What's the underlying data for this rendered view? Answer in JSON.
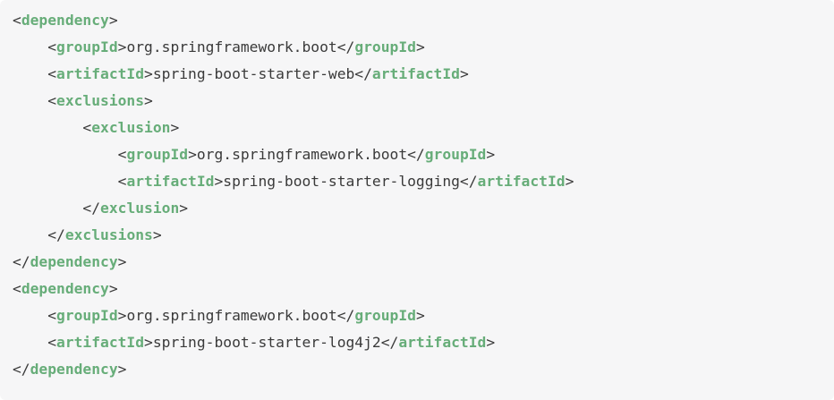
{
  "code_block": {
    "language": "xml",
    "description": "Maven pom.xml dependency snippet excluding spring-boot-starter-logging and adding spring-boot-starter-log4j2",
    "colors": {
      "background": "#f6f6f7",
      "tag": "#67ad79",
      "plain": "#3a3a3a"
    },
    "lines": [
      {
        "tokens": [
          {
            "type": "plain",
            "text": "<"
          },
          {
            "type": "tag",
            "text": "dependency"
          },
          {
            "type": "plain",
            "text": ">"
          }
        ]
      },
      {
        "tokens": [
          {
            "type": "plain",
            "text": "    <"
          },
          {
            "type": "tag",
            "text": "groupId"
          },
          {
            "type": "plain",
            "text": ">org.springframework.boot</"
          },
          {
            "type": "tag",
            "text": "groupId"
          },
          {
            "type": "plain",
            "text": ">"
          }
        ]
      },
      {
        "tokens": [
          {
            "type": "plain",
            "text": "    <"
          },
          {
            "type": "tag",
            "text": "artifactId"
          },
          {
            "type": "plain",
            "text": ">spring-boot-starter-web</"
          },
          {
            "type": "tag",
            "text": "artifactId"
          },
          {
            "type": "plain",
            "text": ">"
          }
        ]
      },
      {
        "tokens": [
          {
            "type": "plain",
            "text": "    <"
          },
          {
            "type": "tag",
            "text": "exclusions"
          },
          {
            "type": "plain",
            "text": ">"
          }
        ]
      },
      {
        "tokens": [
          {
            "type": "plain",
            "text": "        <"
          },
          {
            "type": "tag",
            "text": "exclusion"
          },
          {
            "type": "plain",
            "text": ">"
          }
        ]
      },
      {
        "tokens": [
          {
            "type": "plain",
            "text": "            <"
          },
          {
            "type": "tag",
            "text": "groupId"
          },
          {
            "type": "plain",
            "text": ">org.springframework.boot</"
          },
          {
            "type": "tag",
            "text": "groupId"
          },
          {
            "type": "plain",
            "text": ">"
          }
        ]
      },
      {
        "tokens": [
          {
            "type": "plain",
            "text": "            <"
          },
          {
            "type": "tag",
            "text": "artifactId"
          },
          {
            "type": "plain",
            "text": ">spring-boot-starter-logging</"
          },
          {
            "type": "tag",
            "text": "artifactId"
          },
          {
            "type": "plain",
            "text": ">"
          }
        ]
      },
      {
        "tokens": [
          {
            "type": "plain",
            "text": "        </"
          },
          {
            "type": "tag",
            "text": "exclusion"
          },
          {
            "type": "plain",
            "text": ">"
          }
        ]
      },
      {
        "tokens": [
          {
            "type": "plain",
            "text": "    </"
          },
          {
            "type": "tag",
            "text": "exclusions"
          },
          {
            "type": "plain",
            "text": ">"
          }
        ]
      },
      {
        "tokens": [
          {
            "type": "plain",
            "text": "</"
          },
          {
            "type": "tag",
            "text": "dependency"
          },
          {
            "type": "plain",
            "text": ">"
          }
        ]
      },
      {
        "tokens": [
          {
            "type": "plain",
            "text": "<"
          },
          {
            "type": "tag",
            "text": "dependency"
          },
          {
            "type": "plain",
            "text": ">"
          }
        ]
      },
      {
        "tokens": [
          {
            "type": "plain",
            "text": "    <"
          },
          {
            "type": "tag",
            "text": "groupId"
          },
          {
            "type": "plain",
            "text": ">org.springframework.boot</"
          },
          {
            "type": "tag",
            "text": "groupId"
          },
          {
            "type": "plain",
            "text": ">"
          }
        ]
      },
      {
        "tokens": [
          {
            "type": "plain",
            "text": "    <"
          },
          {
            "type": "tag",
            "text": "artifactId"
          },
          {
            "type": "plain",
            "text": ">spring-boot-starter-log4j2</"
          },
          {
            "type": "tag",
            "text": "artifactId"
          },
          {
            "type": "plain",
            "text": ">"
          }
        ]
      },
      {
        "tokens": [
          {
            "type": "plain",
            "text": "</"
          },
          {
            "type": "tag",
            "text": "dependency"
          },
          {
            "type": "plain",
            "text": ">"
          }
        ]
      }
    ]
  }
}
